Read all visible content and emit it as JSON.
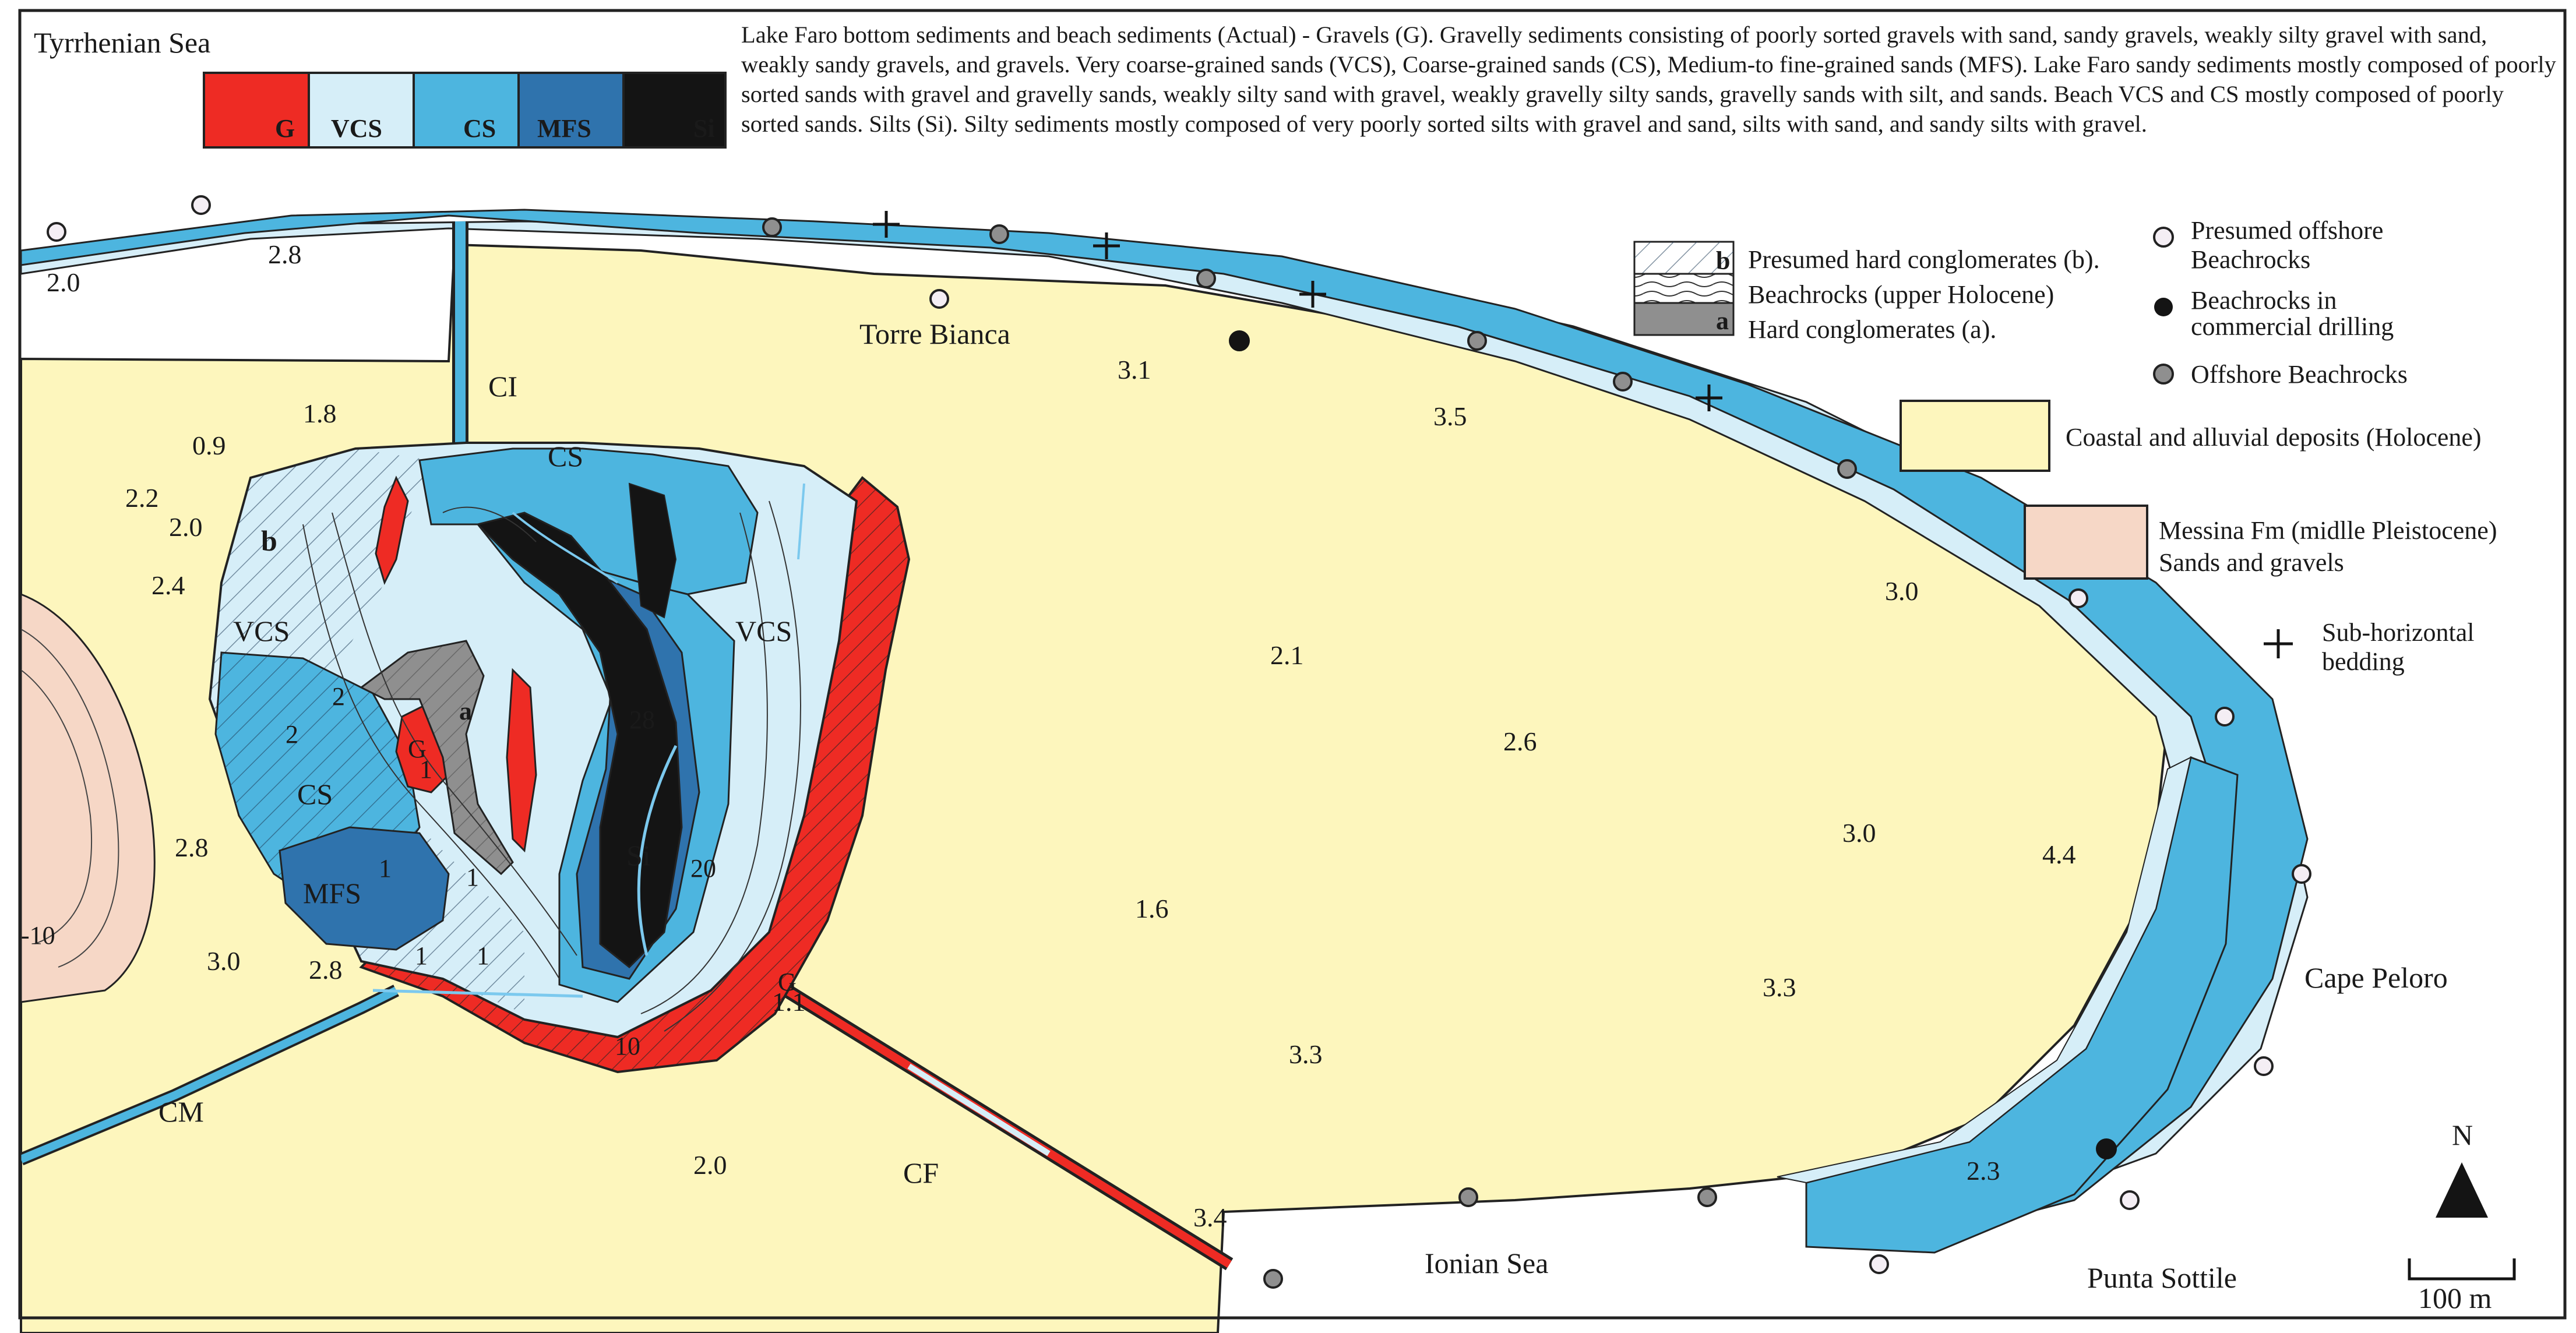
{
  "sea_north": "Tyrrhenian Sea",
  "sea_south": "Ionian Sea",
  "description": "Lake Faro bottom sediments and beach sediments (Actual) - Gravels (G). Gravelly sediments consisting of poorly sorted gravels with sand, sandy gravels, weakly silty gravel with sand, weakly sandy gravels, and gravels. Very coarse-grained sands (VCS), Coarse-grained sands (CS), Medium-to fine-grained sands (MFS). Lake Faro sandy sediments mostly composed of poorly sorted sands with gravel and gravelly sands, weakly silty sand with gravel, weakly gravelly silty sands, gravelly sands with silt, and sands. Beach VCS and CS mostly composed of poorly sorted sands. Silts (Si). Silty sediments mostly composed of very poorly sorted silts with gravel and sand, silts with sand, and sandy silts with gravel.",
  "colors": {
    "G": "#ee2b24",
    "VCS": "#d6eef8",
    "CS": "#4db5df",
    "MFS": "#2f73ad",
    "Si": "#141414",
    "coastal": "#fdf6bd",
    "messina": "#f6d7c6"
  },
  "sediment_scale": [
    {
      "code": "G",
      "color": "#ee2b24",
      "text_color": "#ffffff"
    },
    {
      "code": "VCS",
      "color": "#d6eef8",
      "text_color": "#1a1a1a"
    },
    {
      "code": "CS",
      "color": "#4db5df",
      "text_color": "#1a1a1a"
    },
    {
      "code": "MFS",
      "color": "#2f73ad",
      "text_color": "#1a1a1a"
    },
    {
      "code": "Si",
      "color": "#141414",
      "text_color": "#ffffff"
    }
  ],
  "legend": {
    "conglomerate_b": "Presumed hard conglomerates (b).",
    "beachrocks_upper": "Beachrocks (upper Holocene)",
    "conglomerate_a": "Hard conglomerates (a).",
    "b_letter": "b",
    "a_letter": "a",
    "presumed_offshore": [
      "Presumed offshore",
      "Beachrocks"
    ],
    "commercial_drilling": [
      "Beachrocks in",
      "commercial drilling"
    ],
    "offshore": "Offshore Beachrocks",
    "coastal": "Coastal and alluvial deposits (Holocene)",
    "messina": [
      "Messina Fm (midlle Pleistocene)",
      "Sands and gravels"
    ],
    "bedding": [
      "Sub-horizontal",
      "bedding"
    ]
  },
  "places": {
    "torre_bianca": "Torre Bianca",
    "ci": "CI",
    "cm": "CM",
    "cf": "CF",
    "cape_peloro": "Cape Peloro",
    "punta_sottile": "Punta Sottile"
  },
  "lake_labels": {
    "vcs_left": "VCS",
    "vcs_right": "VCS",
    "cs_top": "CS",
    "cs_left": "CS",
    "mfs": "MFS",
    "si": "Si",
    "g_inner": "G",
    "g_edge": "G",
    "b_mark": "b",
    "a_mark": "a"
  },
  "depth_labels": [
    {
      "text": "2"
    },
    {
      "text": "2"
    },
    {
      "text": "1"
    },
    {
      "text": "1"
    },
    {
      "text": "1"
    },
    {
      "text": "1"
    },
    {
      "text": "1"
    },
    {
      "text": "28"
    },
    {
      "text": "20"
    },
    {
      "text": "10"
    },
    {
      "text": "-10"
    }
  ],
  "values": [
    {
      "text": "2.0"
    },
    {
      "text": "2.8"
    },
    {
      "text": "1.8"
    },
    {
      "text": "0.9"
    },
    {
      "text": "2.2"
    },
    {
      "text": "2.0"
    },
    {
      "text": "2.4"
    },
    {
      "text": "2.8"
    },
    {
      "text": "3.0"
    },
    {
      "text": "2.8"
    },
    {
      "text": "1.1"
    },
    {
      "text": "2.0"
    },
    {
      "text": "3.4"
    },
    {
      "text": "3.1"
    },
    {
      "text": "3.5"
    },
    {
      "text": "2.1"
    },
    {
      "text": "2.6"
    },
    {
      "text": "1.6"
    },
    {
      "text": "3.3"
    },
    {
      "text": "3.3"
    },
    {
      "text": "3.0"
    },
    {
      "text": "3.0"
    },
    {
      "text": "4.4"
    },
    {
      "text": "2.3"
    }
  ],
  "north": "N",
  "scale_bar": "100 m"
}
